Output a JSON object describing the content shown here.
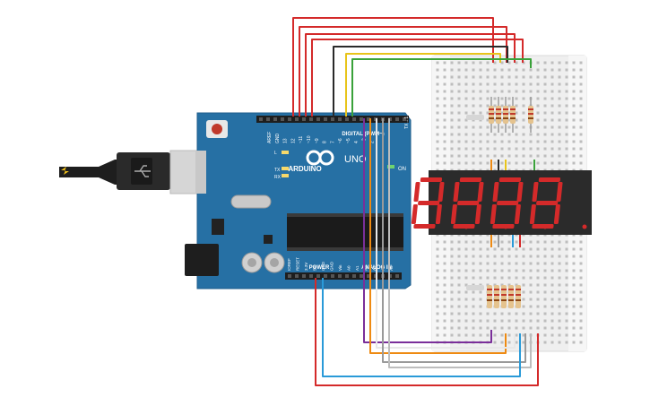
{
  "board": {
    "brand": "ARDUINO",
    "model": "UNO",
    "digital_label": "DIGITAL (PWM~)",
    "power_label": "POWER",
    "analog_label": "ANALOG IN",
    "on_label": "ON",
    "tx_label": "TX",
    "rx_label": "RX",
    "l_label": "L",
    "txrx_header": "TX→1",
    "rxrx_header": "RX←0",
    "header_pins_top": [
      "AREF",
      "GND",
      "13",
      "12",
      "~11",
      "~10",
      "~9",
      "8",
      "7",
      "~6",
      "~5",
      "4",
      "~3",
      "2"
    ],
    "header_pins_bottom": [
      "IOREF",
      "RESET",
      "3.3V",
      "5V",
      "GND",
      "GND",
      "Vin",
      "A0",
      "A1",
      "A2",
      "A3",
      "A4",
      "A5"
    ]
  },
  "display": {
    "digits": 4,
    "segment_color": "#d42a2a",
    "body_color": "#2b2b2b"
  },
  "colors": {
    "wire_red": "#d42a2a",
    "wire_black": "#2a2a2a",
    "wire_yellow": "#e8c41a",
    "wire_green": "#3aa23a",
    "wire_orange": "#ee8a12",
    "wire_purple": "#7a2f9a",
    "wire_white": "#e8e8e8",
    "wire_gray": "#9a9a9a",
    "wire_blue": "#2a9ad8",
    "board_blue": "#2670a4",
    "breadboard": "#eeeeee"
  }
}
